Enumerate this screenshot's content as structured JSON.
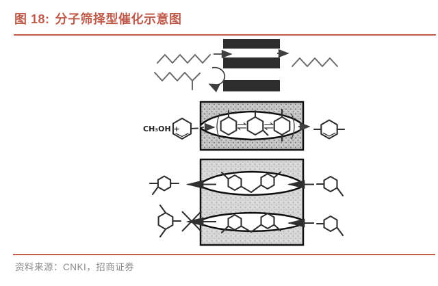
{
  "header": {
    "figure_label": "图 18:",
    "title": "分子筛择型催化示意图"
  },
  "footer": {
    "source": "资料来源：CNKI，招商证券"
  },
  "colors": {
    "accent": "#c05a4a",
    "source_text": "#8a8a8a",
    "ink": "#2f2f2f"
  },
  "diagram": {
    "methanol_label": "CH₃OH +",
    "sections": [
      {
        "name": "reactant-shape-selectivity",
        "elements": [
          "n-alkane-enters-sieve-slits",
          "branched-alkane-rejected"
        ]
      },
      {
        "name": "transition-state-selectivity",
        "elements": [
          "methanol-plus-toluene-feed",
          "xylene-isomers-in-channel",
          "para-xylene-product"
        ]
      },
      {
        "name": "product-shape-selectivity",
        "elements": [
          "toluene-feed",
          "diaryl-intermediates-in-channels",
          "trimethylbenzene-exits",
          "mesitylene-blocked"
        ]
      }
    ]
  }
}
